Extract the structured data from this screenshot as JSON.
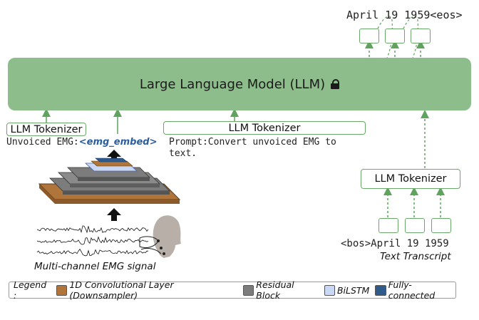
{
  "llm": {
    "title": "Large Language Model (LLM)",
    "lock_icon": "lock-icon"
  },
  "output_text": "April 19 1959<eos>",
  "left_tokenizer": "LLM Tokenizer",
  "middle_tokenizer": "LLM Tokenizer",
  "right_tokenizer": "LLM Tokenizer",
  "unvoiced_prefix": "Unvoiced EMG:",
  "emg_embed": "<emg_embed>",
  "prompt_line1": "Prompt:Convert unvoiced EMG to",
  "prompt_line2": "text.",
  "emg_caption": "Multi-channel EMG signal",
  "input_text": "<bos>April 19 1959",
  "text_caption": "Text Transcript",
  "legend": {
    "title": "Legend :",
    "items": [
      {
        "label": "1D Convolutional Layer (Downsampler)",
        "color": "#b0753a"
      },
      {
        "label": "Residual Block",
        "color": "#7c7c7c"
      },
      {
        "label": "BiLSTM",
        "color": "#c9d8f5"
      },
      {
        "label": "Fully-connected",
        "color": "#2e5a8c"
      }
    ]
  },
  "colors": {
    "llm_fill": "#8dbd8a",
    "border_green": "#6aa86a",
    "emg_embed": "#2c5f9e"
  }
}
